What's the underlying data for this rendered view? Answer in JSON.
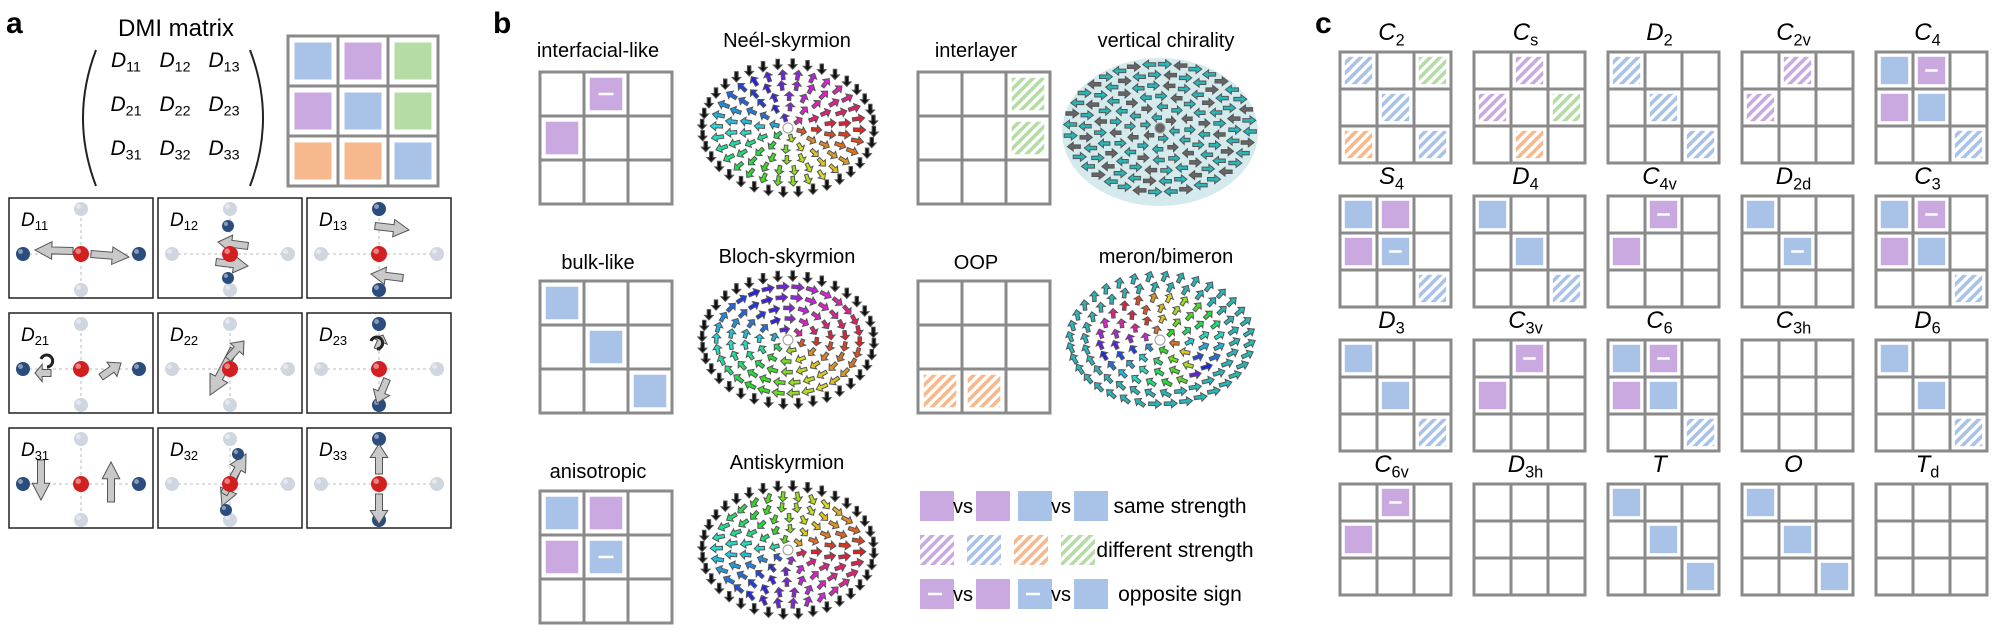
{
  "colors": {
    "blue": "#a9c2e8",
    "purple": "#c9a9e0",
    "green": "#b6dca6",
    "orange": "#f6b88c",
    "grid": "#8a8a8a",
    "dot": "#cfd6e0"
  },
  "panel_a": {
    "label": "a",
    "matrix_title": "DMI matrix",
    "matrix": [
      [
        "D11",
        "D12",
        "D13"
      ],
      [
        "D21",
        "D22",
        "D23"
      ],
      [
        "D31",
        "D32",
        "D33"
      ]
    ],
    "sub_sup": [
      [
        "11",
        "12",
        "13"
      ],
      [
        "21",
        "22",
        "23"
      ],
      [
        "31",
        "32",
        "33"
      ]
    ],
    "legend_grid": [
      [
        "blue",
        "purple",
        "green"
      ],
      [
        "purple",
        "blue",
        "green"
      ],
      [
        "orange",
        "orange",
        "blue"
      ]
    ],
    "components": [
      {
        "base": "D",
        "sub": "11"
      },
      {
        "base": "D",
        "sub": "12"
      },
      {
        "base": "D",
        "sub": "13"
      },
      {
        "base": "D",
        "sub": "21"
      },
      {
        "base": "D",
        "sub": "22"
      },
      {
        "base": "D",
        "sub": "23"
      },
      {
        "base": "D",
        "sub": "31"
      },
      {
        "base": "D",
        "sub": "32"
      },
      {
        "base": "D",
        "sub": "33"
      }
    ]
  },
  "panel_b": {
    "label": "b",
    "types": [
      {
        "title": "interfacial-like",
        "cells": [
          [
            null,
            {
              "c": "purple",
              "s": "solid",
              "minus": true
            },
            null
          ],
          [
            {
              "c": "purple",
              "s": "solid"
            },
            null,
            null
          ],
          [
            null,
            null,
            null
          ]
        ]
      },
      {
        "title": "bulk-like",
        "cells": [
          [
            {
              "c": "blue",
              "s": "solid"
            },
            null,
            null
          ],
          [
            null,
            {
              "c": "blue",
              "s": "solid"
            },
            null
          ],
          [
            null,
            null,
            {
              "c": "blue",
              "s": "solid"
            }
          ]
        ]
      },
      {
        "title": "anisotropic",
        "cells": [
          [
            {
              "c": "blue",
              "s": "solid"
            },
            {
              "c": "purple",
              "s": "solid"
            },
            null
          ],
          [
            {
              "c": "purple",
              "s": "solid"
            },
            {
              "c": "blue",
              "s": "solid",
              "minus": true
            },
            null
          ],
          [
            null,
            null,
            null
          ]
        ]
      },
      {
        "title": "interlayer",
        "cells": [
          [
            null,
            null,
            {
              "c": "green",
              "s": "hatch"
            }
          ],
          [
            null,
            null,
            {
              "c": "green",
              "s": "hatch"
            }
          ],
          [
            null,
            null,
            null
          ]
        ]
      },
      {
        "title": "OOP",
        "cells": [
          [
            null,
            null,
            null
          ],
          [
            null,
            null,
            null
          ],
          [
            {
              "c": "orange",
              "s": "hatch"
            },
            {
              "c": "orange",
              "s": "hatch"
            },
            null
          ]
        ]
      }
    ],
    "textures": [
      "Neél-skyrmion",
      "Bloch-skyrmion",
      "Antiskyrmion",
      "vertical chirality",
      "meron/bimeron"
    ],
    "legend": {
      "vs": "vs",
      "same": "same strength",
      "different": "different strength",
      "opposite": "opposite sign"
    }
  },
  "panel_c": {
    "label": "c",
    "groups": [
      {
        "base": "C",
        "sub": "2",
        "cells": [
          [
            {
              "c": "blue",
              "s": "hatch"
            },
            null,
            {
              "c": "green",
              "s": "hatch"
            }
          ],
          [
            null,
            {
              "c": "blue",
              "s": "hatch"
            },
            null
          ],
          [
            {
              "c": "orange",
              "s": "hatch"
            },
            null,
            {
              "c": "blue",
              "s": "hatch"
            }
          ]
        ]
      },
      {
        "base": "C",
        "sub": "s",
        "cells": [
          [
            null,
            {
              "c": "purple",
              "s": "hatch"
            },
            null
          ],
          [
            {
              "c": "purple",
              "s": "hatch"
            },
            null,
            {
              "c": "green",
              "s": "hatch"
            }
          ],
          [
            null,
            {
              "c": "orange",
              "s": "hatch"
            },
            null
          ]
        ]
      },
      {
        "base": "D",
        "sub": "2",
        "cells": [
          [
            {
              "c": "blue",
              "s": "hatch"
            },
            null,
            null
          ],
          [
            null,
            {
              "c": "blue",
              "s": "hatch"
            },
            null
          ],
          [
            null,
            null,
            {
              "c": "blue",
              "s": "hatch"
            }
          ]
        ]
      },
      {
        "base": "C",
        "sub": "2v",
        "cells": [
          [
            null,
            {
              "c": "purple",
              "s": "hatch"
            },
            null
          ],
          [
            {
              "c": "purple",
              "s": "hatch"
            },
            null,
            null
          ],
          [
            null,
            null,
            null
          ]
        ]
      },
      {
        "base": "C",
        "sub": "4",
        "cells": [
          [
            {
              "c": "blue",
              "s": "solid"
            },
            {
              "c": "purple",
              "s": "solid",
              "minus": true
            },
            null
          ],
          [
            {
              "c": "purple",
              "s": "solid"
            },
            {
              "c": "blue",
              "s": "solid"
            },
            null
          ],
          [
            null,
            null,
            {
              "c": "blue",
              "s": "hatch"
            }
          ]
        ]
      },
      {
        "base": "S",
        "sub": "4",
        "cells": [
          [
            {
              "c": "blue",
              "s": "solid"
            },
            {
              "c": "purple",
              "s": "solid"
            },
            null
          ],
          [
            {
              "c": "purple",
              "s": "solid"
            },
            {
              "c": "blue",
              "s": "solid",
              "minus": true
            },
            null
          ],
          [
            null,
            null,
            {
              "c": "blue",
              "s": "hatch"
            }
          ]
        ]
      },
      {
        "base": "D",
        "sub": "4",
        "cells": [
          [
            {
              "c": "blue",
              "s": "solid"
            },
            null,
            null
          ],
          [
            null,
            {
              "c": "blue",
              "s": "solid"
            },
            null
          ],
          [
            null,
            null,
            {
              "c": "blue",
              "s": "hatch"
            }
          ]
        ]
      },
      {
        "base": "C",
        "sub": "4v",
        "cells": [
          [
            null,
            {
              "c": "purple",
              "s": "solid",
              "minus": true
            },
            null
          ],
          [
            {
              "c": "purple",
              "s": "solid"
            },
            null,
            null
          ],
          [
            null,
            null,
            null
          ]
        ]
      },
      {
        "base": "D",
        "sub": "2d",
        "cells": [
          [
            {
              "c": "blue",
              "s": "solid"
            },
            null,
            null
          ],
          [
            null,
            {
              "c": "blue",
              "s": "solid",
              "minus": true
            },
            null
          ],
          [
            null,
            null,
            null
          ]
        ]
      },
      {
        "base": "C",
        "sub": "3",
        "cells": [
          [
            {
              "c": "blue",
              "s": "solid"
            },
            {
              "c": "purple",
              "s": "solid",
              "minus": true
            },
            null
          ],
          [
            {
              "c": "purple",
              "s": "solid"
            },
            {
              "c": "blue",
              "s": "solid"
            },
            null
          ],
          [
            null,
            null,
            {
              "c": "blue",
              "s": "hatch"
            }
          ]
        ]
      },
      {
        "base": "D",
        "sub": "3",
        "cells": [
          [
            {
              "c": "blue",
              "s": "solid"
            },
            null,
            null
          ],
          [
            null,
            {
              "c": "blue",
              "s": "solid"
            },
            null
          ],
          [
            null,
            null,
            {
              "c": "blue",
              "s": "hatch"
            }
          ]
        ]
      },
      {
        "base": "C",
        "sub": "3v",
        "cells": [
          [
            null,
            {
              "c": "purple",
              "s": "solid",
              "minus": true
            },
            null
          ],
          [
            {
              "c": "purple",
              "s": "solid"
            },
            null,
            null
          ],
          [
            null,
            null,
            null
          ]
        ]
      },
      {
        "base": "C",
        "sub": "6",
        "cells": [
          [
            {
              "c": "blue",
              "s": "solid"
            },
            {
              "c": "purple",
              "s": "solid",
              "minus": true
            },
            null
          ],
          [
            {
              "c": "purple",
              "s": "solid"
            },
            {
              "c": "blue",
              "s": "solid"
            },
            null
          ],
          [
            null,
            null,
            {
              "c": "blue",
              "s": "hatch"
            }
          ]
        ]
      },
      {
        "base": "C",
        "sub": "3h",
        "cells": [
          [
            null,
            null,
            null
          ],
          [
            null,
            null,
            null
          ],
          [
            null,
            null,
            null
          ]
        ]
      },
      {
        "base": "D",
        "sub": "6",
        "cells": [
          [
            {
              "c": "blue",
              "s": "solid"
            },
            null,
            null
          ],
          [
            null,
            {
              "c": "blue",
              "s": "solid"
            },
            null
          ],
          [
            null,
            null,
            {
              "c": "blue",
              "s": "hatch"
            }
          ]
        ]
      },
      {
        "base": "C",
        "sub": "6v",
        "cells": [
          [
            null,
            {
              "c": "purple",
              "s": "solid",
              "minus": true
            },
            null
          ],
          [
            {
              "c": "purple",
              "s": "solid"
            },
            null,
            null
          ],
          [
            null,
            null,
            null
          ]
        ]
      },
      {
        "base": "D",
        "sub": "3h",
        "cells": [
          [
            null,
            null,
            null
          ],
          [
            null,
            null,
            null
          ],
          [
            null,
            null,
            null
          ]
        ]
      },
      {
        "base": "T",
        "sub": "",
        "cells": [
          [
            {
              "c": "blue",
              "s": "solid"
            },
            null,
            null
          ],
          [
            null,
            {
              "c": "blue",
              "s": "solid"
            },
            null
          ],
          [
            null,
            null,
            {
              "c": "blue",
              "s": "solid"
            }
          ]
        ]
      },
      {
        "base": "O",
        "sub": "",
        "cells": [
          [
            {
              "c": "blue",
              "s": "solid"
            },
            null,
            null
          ],
          [
            null,
            {
              "c": "blue",
              "s": "solid"
            },
            null
          ],
          [
            null,
            null,
            {
              "c": "blue",
              "s": "solid"
            }
          ]
        ]
      },
      {
        "base": "T",
        "sub": "d",
        "cells": [
          [
            null,
            null,
            null
          ],
          [
            null,
            null,
            null
          ],
          [
            null,
            null,
            null
          ]
        ]
      }
    ]
  }
}
